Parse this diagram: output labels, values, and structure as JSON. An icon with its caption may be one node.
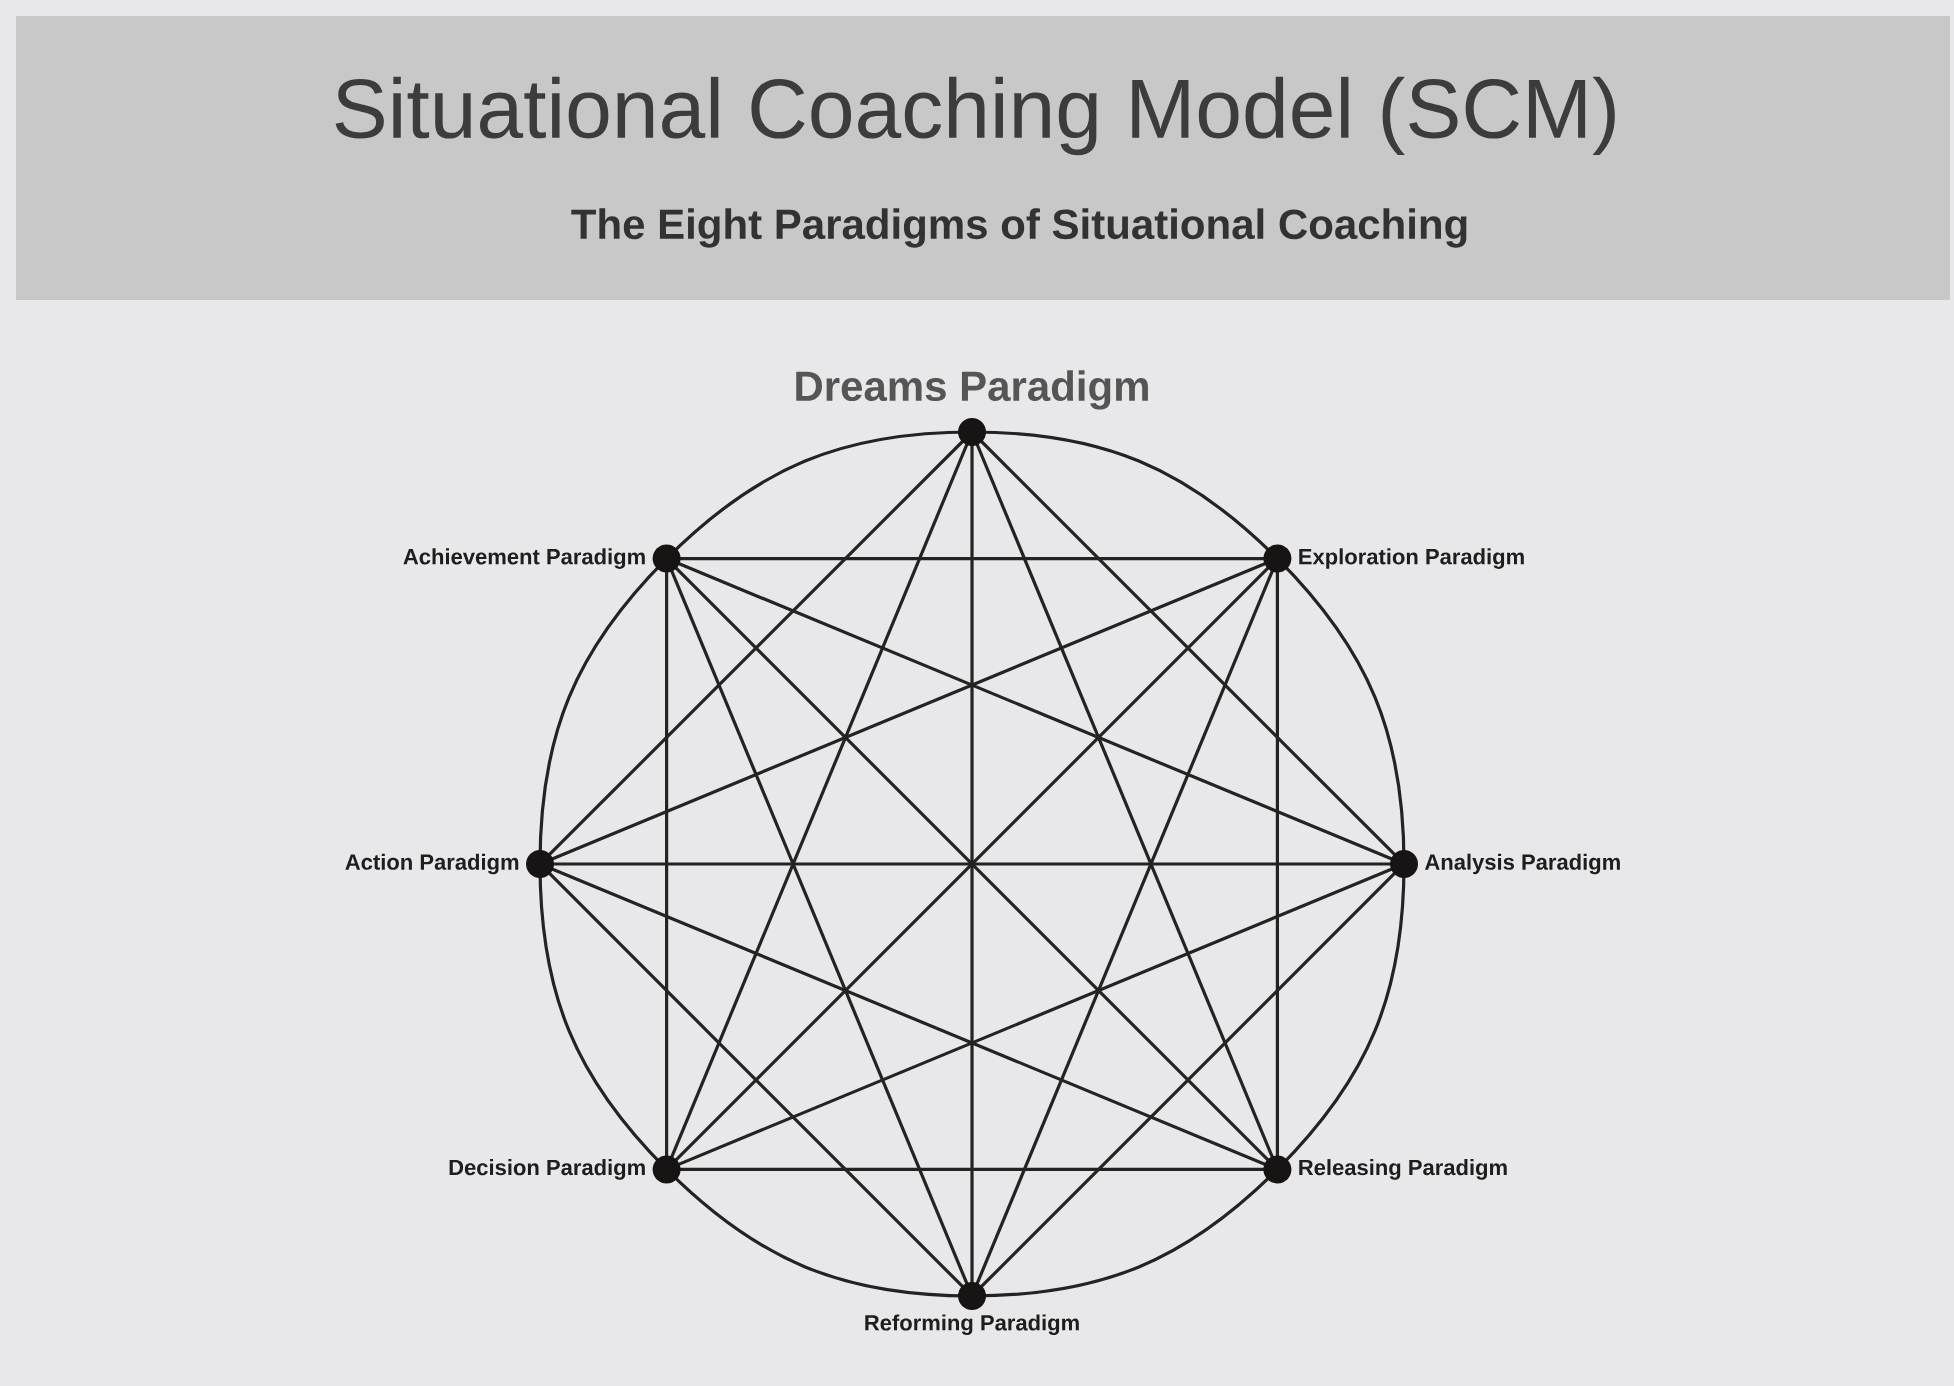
{
  "diagram": {
    "title": "Situational Coaching Model (SCM)",
    "labels": [
      "The Eight Paradigms of Situational Coaching"
    ],
    "nodes": [
      {
        "text": [
          "Dreams Paradigm"
        ]
      },
      {
        "text": [
          "Achievement Paradigm"
        ]
      },
      {
        "text": [
          "Exploration Paradigm"
        ]
      },
      {
        "text": [
          "Action Paradigm"
        ]
      },
      {
        "text": [
          "Analysis Paradigm"
        ]
      },
      {
        "text": [
          "Decision Paradigm"
        ]
      },
      {
        "text": [
          "Releasing Paradigm"
        ]
      },
      {
        "text": [
          "Reforming Paradigm"
        ]
      }
    ],
    "edges": [
      {
        "from": 0,
        "to": 2,
        "arrow": "none"
      },
      {
        "from": 2,
        "to": 4,
        "arrow": "none"
      },
      {
        "from": 4,
        "to": 6,
        "arrow": "none"
      },
      {
        "from": 6,
        "to": 7,
        "arrow": "none"
      },
      {
        "from": 7,
        "to": 5,
        "arrow": "none"
      },
      {
        "from": 5,
        "to": 3,
        "arrow": "none"
      },
      {
        "from": 3,
        "to": 1,
        "arrow": "none"
      },
      {
        "from": 1,
        "to": 0,
        "arrow": "none"
      },
      {
        "from": 0,
        "to": 4,
        "arrow": "none"
      },
      {
        "from": 0,
        "to": 6,
        "arrow": "none"
      },
      {
        "from": 0,
        "to": 7,
        "arrow": "none"
      },
      {
        "from": 0,
        "to": 5,
        "arrow": "none"
      },
      {
        "from": 0,
        "to": 3,
        "arrow": "none"
      },
      {
        "from": 1,
        "to": 2,
        "arrow": "none"
      },
      {
        "from": 1,
        "to": 4,
        "arrow": "none"
      },
      {
        "from": 1,
        "to": 6,
        "arrow": "none"
      },
      {
        "from": 1,
        "to": 7,
        "arrow": "none"
      },
      {
        "from": 1,
        "to": 5,
        "arrow": "none"
      },
      {
        "from": 2,
        "to": 3,
        "arrow": "none"
      },
      {
        "from": 2,
        "to": 5,
        "arrow": "none"
      },
      {
        "from": 2,
        "to": 7,
        "arrow": "none"
      },
      {
        "from": 2,
        "to": 6,
        "arrow": "none"
      },
      {
        "from": 3,
        "to": 4,
        "arrow": "none"
      },
      {
        "from": 3,
        "to": 6,
        "arrow": "none"
      },
      {
        "from": 3,
        "to": 7,
        "arrow": "none"
      },
      {
        "from": 4,
        "to": 5,
        "arrow": "none"
      },
      {
        "from": 4,
        "to": 7,
        "arrow": "none"
      },
      {
        "from": 5,
        "to": 6,
        "arrow": "none"
      }
    ]
  }
}
